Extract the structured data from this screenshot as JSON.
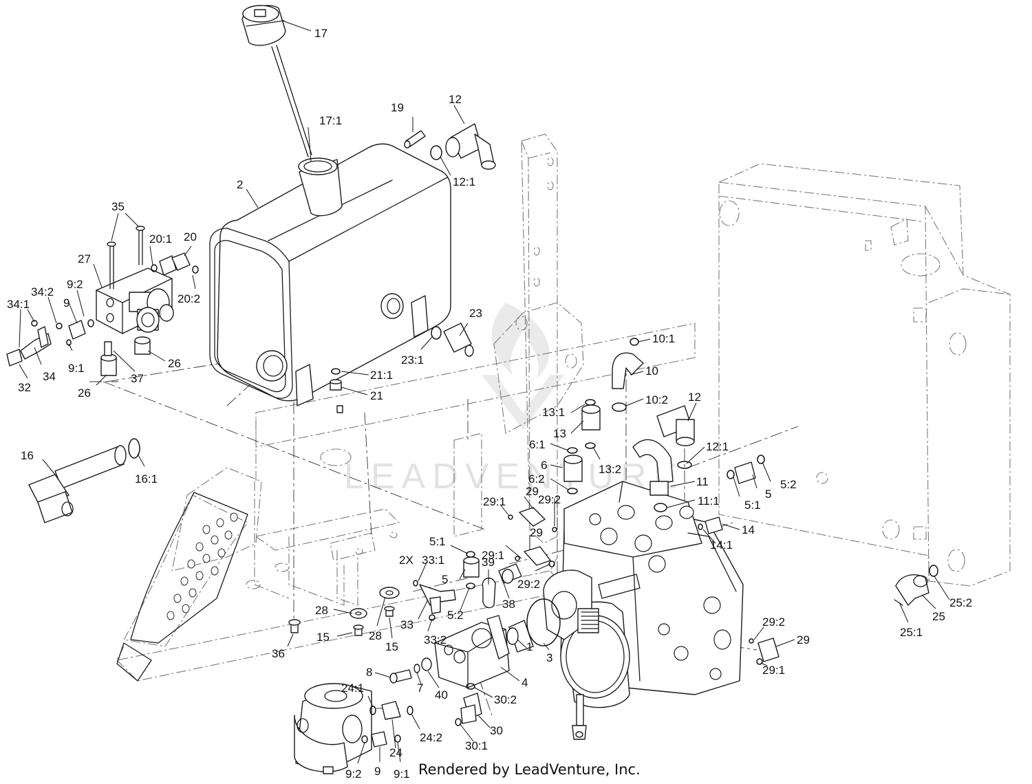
{
  "watermark": {
    "text": "LEADVENTURE"
  },
  "credit": "Rendered by LeadVenture, Inc.",
  "callouts": [
    {
      "id": "c-17",
      "label": "17"
    },
    {
      "id": "c-17-1",
      "label": "17:1"
    },
    {
      "id": "c-19",
      "label": "19"
    },
    {
      "id": "c-12-top",
      "label": "12"
    },
    {
      "id": "c-12-1-top",
      "label": "12:1"
    },
    {
      "id": "c-2",
      "label": "2"
    },
    {
      "id": "c-35",
      "label": "35"
    },
    {
      "id": "c-20-1",
      "label": "20:1"
    },
    {
      "id": "c-20",
      "label": "20"
    },
    {
      "id": "c-27",
      "label": "27"
    },
    {
      "id": "c-20-2",
      "label": "20:2"
    },
    {
      "id": "c-34-2",
      "label": "34:2"
    },
    {
      "id": "c-9-2-top",
      "label": "9:2"
    },
    {
      "id": "c-34-1",
      "label": "34:1"
    },
    {
      "id": "c-9-top",
      "label": "9"
    },
    {
      "id": "c-23",
      "label": "23"
    },
    {
      "id": "c-9-1-top",
      "label": "9:1"
    },
    {
      "id": "c-34",
      "label": "34"
    },
    {
      "id": "c-26-right",
      "label": "26"
    },
    {
      "id": "c-23-1",
      "label": "23:1"
    },
    {
      "id": "c-32",
      "label": "32"
    },
    {
      "id": "c-37",
      "label": "37"
    },
    {
      "id": "c-26-left",
      "label": "26"
    },
    {
      "id": "c-21-1",
      "label": "21:1"
    },
    {
      "id": "c-21",
      "label": "21"
    },
    {
      "id": "c-10-1",
      "label": "10:1"
    },
    {
      "id": "c-10",
      "label": "10"
    },
    {
      "id": "c-10-2",
      "label": "10:2"
    },
    {
      "id": "c-12-mid",
      "label": "12"
    },
    {
      "id": "c-13-1",
      "label": "13:1"
    },
    {
      "id": "c-13",
      "label": "13"
    },
    {
      "id": "c-16",
      "label": "16"
    },
    {
      "id": "c-16-1",
      "label": "16:1"
    },
    {
      "id": "c-6-1",
      "label": "6:1"
    },
    {
      "id": "c-13-2",
      "label": "13:2"
    },
    {
      "id": "c-12-1-mid",
      "label": "12:1"
    },
    {
      "id": "c-6",
      "label": "6"
    },
    {
      "id": "c-6-2",
      "label": "6:2"
    },
    {
      "id": "c-11",
      "label": "11"
    },
    {
      "id": "c-5-2-right",
      "label": "5:2"
    },
    {
      "id": "c-5-right",
      "label": "5"
    },
    {
      "id": "c-5-1-right",
      "label": "5:1"
    },
    {
      "id": "c-29-top",
      "label": "29"
    },
    {
      "id": "c-29-1-top",
      "label": "29:1"
    },
    {
      "id": "c-29-2-top",
      "label": "29:2"
    },
    {
      "id": "c-11-1",
      "label": "11:1"
    },
    {
      "id": "c-14",
      "label": "14"
    },
    {
      "id": "c-14-1",
      "label": "14:1"
    },
    {
      "id": "c-29-mid",
      "label": "29"
    },
    {
      "id": "c-29-1-mid",
      "label": "29:1"
    },
    {
      "id": "c-5-1-left",
      "label": "5:1"
    },
    {
      "id": "c-2x",
      "label": "2X"
    },
    {
      "id": "c-33-1",
      "label": "33:1"
    },
    {
      "id": "c-39",
      "label": "39"
    },
    {
      "id": "c-5-left",
      "label": "5"
    },
    {
      "id": "c-29-2-mid",
      "label": "29:2"
    },
    {
      "id": "c-38",
      "label": "38"
    },
    {
      "id": "c-5-2-left",
      "label": "5:2"
    },
    {
      "id": "c-28-left",
      "label": "28"
    },
    {
      "id": "c-33",
      "label": "33"
    },
    {
      "id": "c-15-left",
      "label": "15"
    },
    {
      "id": "c-28-right",
      "label": "28"
    },
    {
      "id": "c-15-right",
      "label": "15"
    },
    {
      "id": "c-33-2",
      "label": "33:2"
    },
    {
      "id": "c-1",
      "label": "1"
    },
    {
      "id": "c-3",
      "label": "3"
    },
    {
      "id": "c-36",
      "label": "36"
    },
    {
      "id": "c-25-2",
      "label": "25:2"
    },
    {
      "id": "c-25",
      "label": "25"
    },
    {
      "id": "c-25-1",
      "label": "25:1"
    },
    {
      "id": "c-29-2-bot",
      "label": "29:2"
    },
    {
      "id": "c-29-bot",
      "label": "29"
    },
    {
      "id": "c-29-1-bot",
      "label": "29:1"
    },
    {
      "id": "c-8",
      "label": "8"
    },
    {
      "id": "c-7",
      "label": "7"
    },
    {
      "id": "c-40",
      "label": "40"
    },
    {
      "id": "c-4",
      "label": "4"
    },
    {
      "id": "c-24-1",
      "label": "24:1"
    },
    {
      "id": "c-30-2",
      "label": "30:2"
    },
    {
      "id": "c-30",
      "label": "30"
    },
    {
      "id": "c-24-2",
      "label": "24:2"
    },
    {
      "id": "c-24",
      "label": "24"
    },
    {
      "id": "c-30-1",
      "label": "30:1"
    },
    {
      "id": "c-9-2-bot",
      "label": "9:2"
    },
    {
      "id": "c-9-bot",
      "label": "9"
    },
    {
      "id": "c-9-1-bot",
      "label": "9:1"
    }
  ]
}
